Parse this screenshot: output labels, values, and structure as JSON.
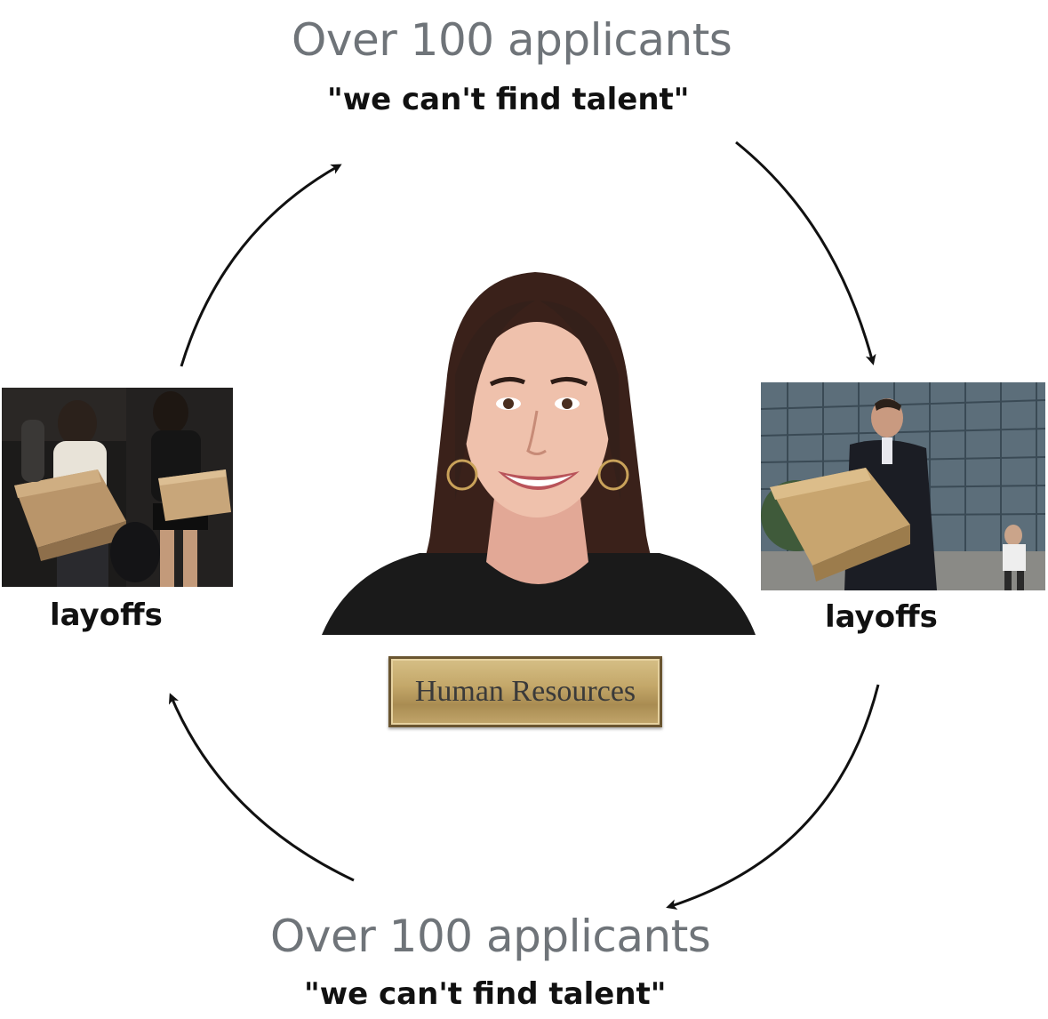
{
  "top": {
    "stat": "Over 100 applicants",
    "quote": "\"we can't find talent\""
  },
  "bottom": {
    "stat": "Over 100 applicants",
    "quote": "\"we can't find talent\""
  },
  "left": {
    "label": "layoffs"
  },
  "right": {
    "label": "layoffs"
  },
  "center": {
    "nameplate": "Human Resources"
  },
  "colors": {
    "stat_text": "#6f7479",
    "quote_text": "#111111",
    "arrow": "#111111",
    "plaque_gold": "#c4a86a"
  }
}
